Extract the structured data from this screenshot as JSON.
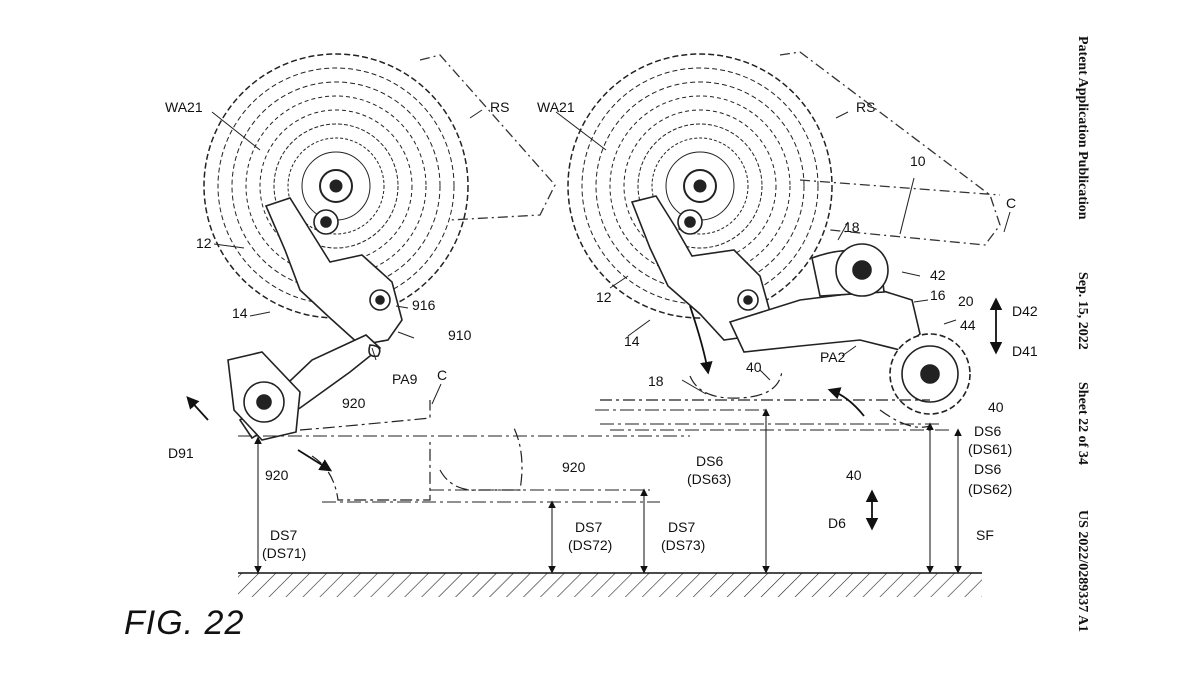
{
  "figure": {
    "title": "FIG. 22"
  },
  "header": {
    "publication": "Patent Application Publication",
    "date": "Sep. 15, 2022",
    "sheet": "Sheet 22 of 34",
    "number": "US 2022/0289337 A1"
  },
  "labels": {
    "wa21_left": "WA21",
    "rs_left": "RS",
    "n12_left": "12",
    "n14_left": "14",
    "n916": "916",
    "n910": "910",
    "pa9": "PA9",
    "c_left": "C",
    "n920_a": "920",
    "d91": "D91",
    "n920_b": "920",
    "n920_c": "920",
    "ds7_a": "DS7",
    "ds71": "(DS71)",
    "ds7_b": "DS7",
    "ds72": "(DS72)",
    "ds7_c": "DS7",
    "ds73": "(DS73)",
    "wa21_right": "WA21",
    "rs_right": "RS",
    "n10": "10",
    "c_right": "C",
    "n18_a": "18",
    "n42": "42",
    "n16": "16",
    "n20": "20",
    "d42": "D42",
    "n44": "44",
    "d41": "D41",
    "n12_right": "12",
    "n14_right": "14",
    "pa2": "PA2",
    "n40_a": "40",
    "n18_b": "18",
    "n40_b": "40",
    "ds6_a": "DS6",
    "ds61": "(DS61)",
    "ds6_b": "DS6",
    "ds63": "(DS63)",
    "n40_c": "40",
    "ds6_c": "DS6",
    "ds62": "(DS62)",
    "d6": "D6",
    "sf": "SF"
  }
}
